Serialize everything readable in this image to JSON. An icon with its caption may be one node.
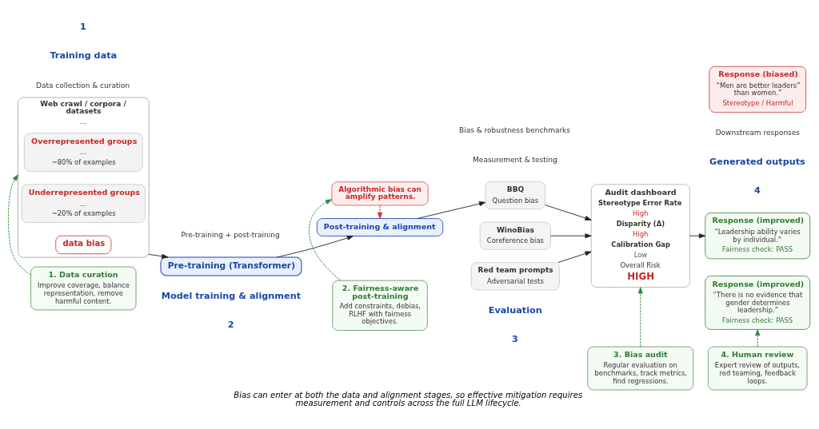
{
  "diagram": {
    "caption": "Bias can enter at both the data and alignment stages, so effective mitigation requires measurement and controls across the full LLM lifecycle.",
    "nodes": [
      {
        "text": [
          "Web crawl / corpora / datasets",
          "…"
        ]
      },
      {
        "text": [
          "Overrepresented groups",
          "…",
          "~80% of examples"
        ],
        "in": 0
      },
      {
        "text": [
          "Underrepresented groups",
          "…",
          "~20% of examples"
        ],
        "in": 0
      },
      {
        "text": [
          "data bias"
        ],
        "in": 0
      },
      {
        "text": [
          "Pre-training (Transformer)"
        ]
      },
      {
        "text": [
          "Post-training & alignment"
        ]
      },
      {
        "text": [
          "Algorithmic bias can amplify patterns."
        ]
      },
      {
        "text": [
          "WinoBias",
          "Coreference bias"
        ]
      },
      {
        "text": [
          "BBQ",
          "Question bias"
        ]
      },
      {
        "text": [
          "Red team prompts",
          "Adversarial tests"
        ]
      },
      {
        "text": [
          "Audit dashboard",
          "Stereotype Error Rate",
          "High",
          "Disparity (Δ)",
          "High",
          "Calibration Gap",
          "Low",
          "Overall Risk",
          "HIGH"
        ]
      },
      {
        "text": [
          "Response (biased)",
          "“Men are better leaders” than women.”",
          "Stereotype / Harmful"
        ]
      },
      {
        "text": [
          "Response (improved)",
          "“Leadership ability varies by individual.”",
          "Fairness check: PASS"
        ]
      },
      {
        "text": [
          "Response (improved)",
          "“There is no evidence that gender determines leadership.”",
          "Fairness check: PASS"
        ]
      },
      {
        "text": [
          "1. Data curation",
          "Improve coverage, balance representation, remove harmful content."
        ]
      },
      {
        "text": [
          "2. Fairness-aware post-training",
          "Add constraints, debias, RLHF with fairness objectives."
        ]
      },
      {
        "text": [
          "3. Bias audit",
          "Regular evaluation on benchmarks, track metrics, find regressions."
        ]
      },
      {
        "text": [
          "4. Human review",
          "Expert review of outputs, red teaming, feedback loops."
        ]
      }
    ],
    "edges": [
      {
        "from": 0,
        "to": 4,
        "arrow": "to"
      },
      {
        "from": 4,
        "to": 5,
        "arrow": "to"
      },
      {
        "from": 5,
        "to": 8,
        "arrow": "to"
      },
      {
        "from": 7,
        "to": 10,
        "arrow": "to"
      },
      {
        "from": 8,
        "to": 10,
        "arrow": "to"
      },
      {
        "from": 9,
        "to": 10,
        "arrow": "to"
      },
      {
        "from": 10,
        "to": 12,
        "arrow": "to"
      },
      {
        "from": 6,
        "to": 5,
        "arrow": "to",
        "style": "dashed",
        "color": "#d32f2f"
      },
      {
        "from": 14,
        "to": 0,
        "arrow": "to",
        "style": "dashed",
        "color": "#2e8b3e"
      },
      {
        "from": 15,
        "to": 6,
        "arrow": "to",
        "style": "dashed",
        "color": "#2e8b3e"
      },
      {
        "from": 16,
        "to": 10,
        "arrow": "to",
        "style": "dashed",
        "color": "#2e8b3e"
      },
      {
        "from": 17,
        "to": 13,
        "arrow": "to",
        "style": "dashed",
        "color": "#2e8b3e"
      }
    ],
    "labels": [
      "1",
      "Training data",
      "Data collection & curation",
      "2",
      "Model training & alignment",
      "Pre-training + post-training",
      "3",
      "Evaluation",
      "Measurement & testing",
      "4",
      "Generated outputs",
      "Downstream responses",
      "Bias & robustness benchmarks"
    ]
  }
}
